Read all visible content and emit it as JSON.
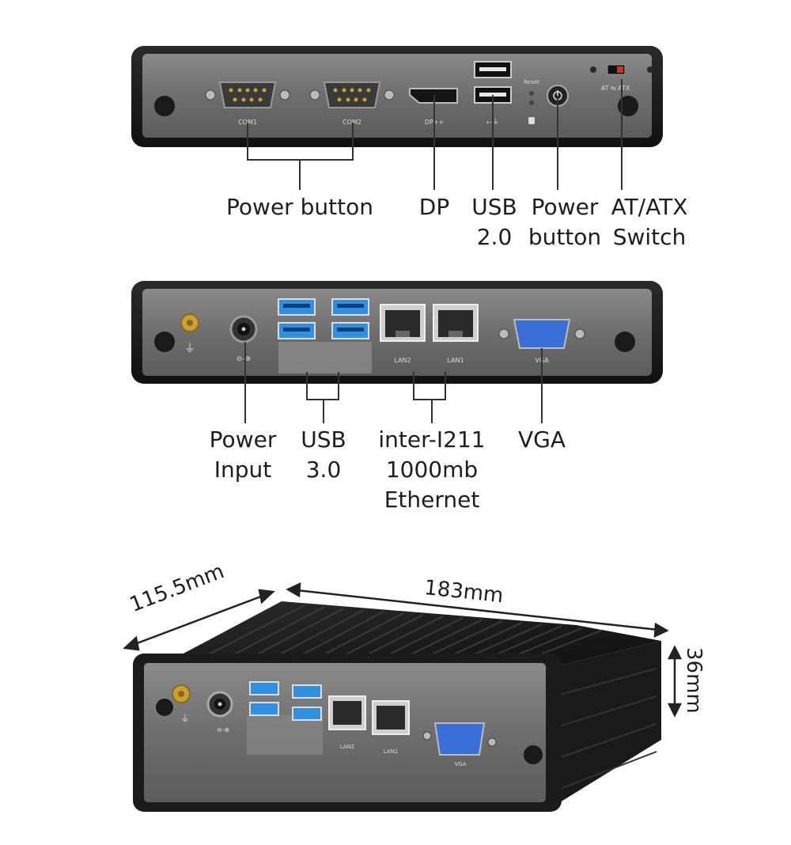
{
  "colors": {
    "frame": "#1e1e1e",
    "panel": "#6d6d6d",
    "usb3_blue": "#2f8fe0",
    "vga_blue": "#3a6fd8",
    "antenna_gold": "#c9a034",
    "leader_line": "#333333"
  },
  "top_panel": {
    "port_labels": {
      "com1": "COM1",
      "com2": "COM2",
      "dp": "DP++",
      "reset": "Reset",
      "at_atx": "AT ⇆ ATX"
    },
    "callouts": {
      "com_ports": [
        "Power button"
      ],
      "dp": [
        "DP"
      ],
      "usb2": [
        "USB",
        "2.0"
      ],
      "power_button": [
        "Power",
        "button"
      ],
      "at_atx": [
        "AT/ATX",
        "Switch"
      ]
    }
  },
  "middle_panel": {
    "port_labels": {
      "lan2": "LAN2",
      "lan1": "LAN1",
      "vga": "VGA"
    },
    "callouts": {
      "power_input": [
        "Power",
        "Input"
      ],
      "usb3": [
        "USB",
        "3.0"
      ],
      "ethernet": [
        "inter-I211",
        "1000mb",
        "Ethernet"
      ],
      "vga": [
        "VGA"
      ]
    }
  },
  "bottom_device": {
    "port_labels": {
      "lan2": "LAN2",
      "lan1": "LAN1",
      "vga": "VGA"
    },
    "dimensions": {
      "depth": "115.5mm",
      "width": "183mm",
      "height": "36mm"
    }
  },
  "icons": [
    "serial-port-icon",
    "displayport-icon",
    "usb-port-icon",
    "power-icon",
    "ethernet-port-icon",
    "vga-port-icon",
    "dc-jack-icon",
    "antenna-icon",
    "ground-icon"
  ]
}
